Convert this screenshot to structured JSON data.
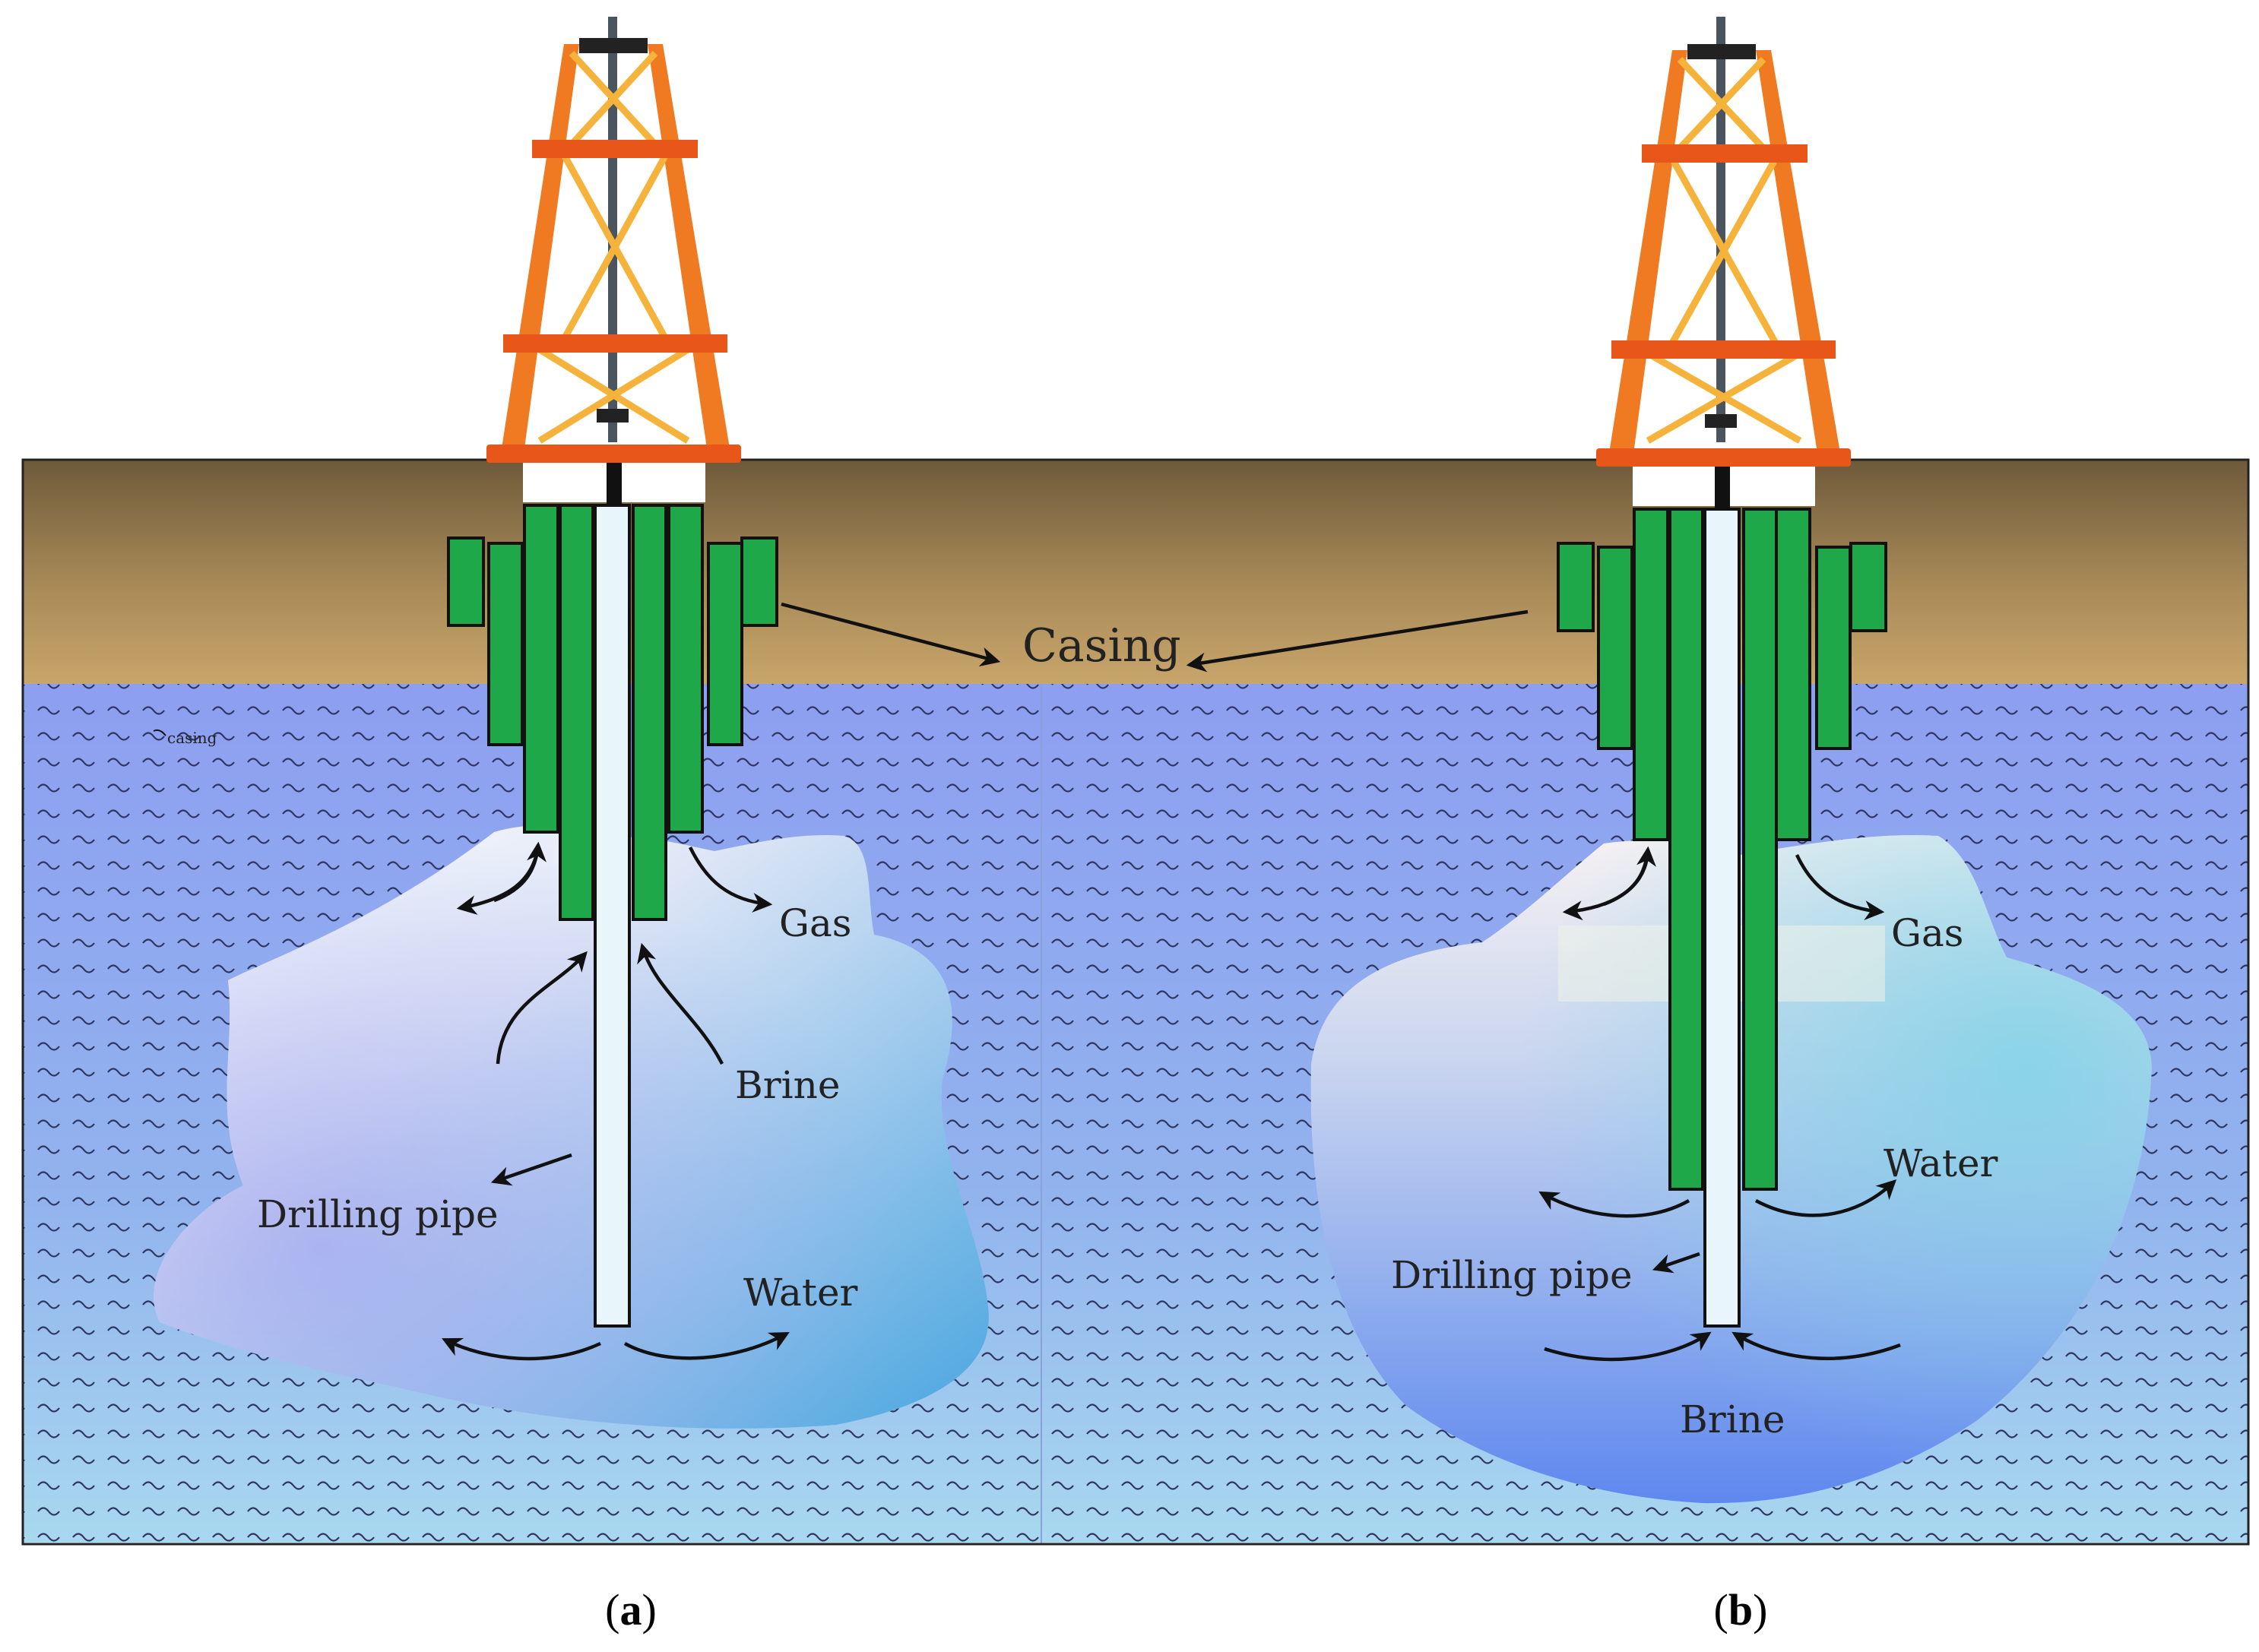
{
  "labels": {
    "casing": "Casing",
    "casing_small": "casing",
    "a_gas": "Gas",
    "a_brine": "Brine",
    "a_drilling_pipe": "Drilling pipe",
    "a_water": "Water",
    "b_gas": "Gas",
    "b_water": "Water",
    "b_drilling_pipe": "Drilling pipe",
    "b_brine": "Brine"
  },
  "captions": {
    "a": "a",
    "b": "b"
  },
  "colors": {
    "soil_top": "#6e5a3a",
    "soil_bottom": "#c7a36a",
    "water_bg": "#8fa6ee",
    "water_bottom": "#a9d8ef",
    "casing_green": "#1fa84a",
    "derrick_orange": "#f07a22",
    "derrick_brace": "#f6b33b",
    "derrick_rail": "#e8561a",
    "cavern_light": "#f4f6fb",
    "cavern_blue": "#4aa9e0",
    "cavern_deep": "#5f8bef"
  }
}
